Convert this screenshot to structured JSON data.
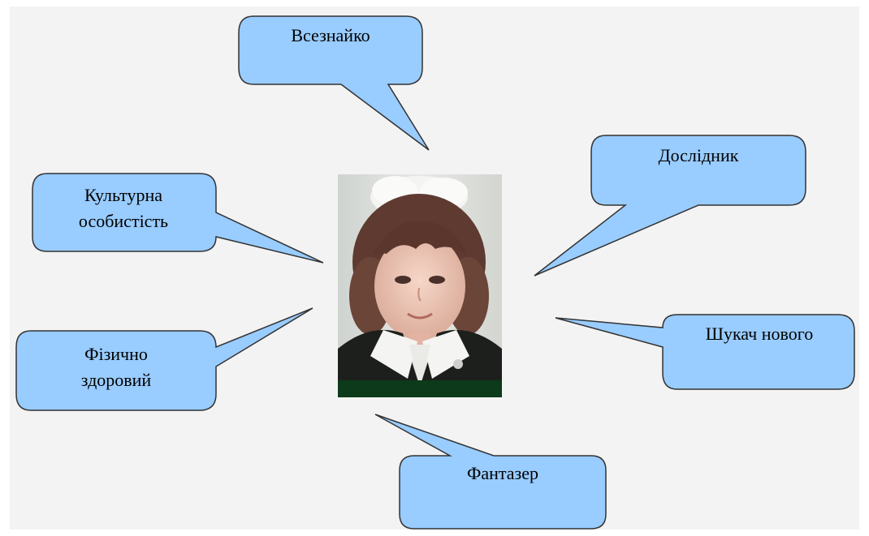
{
  "colors": {
    "background": "#f3f3f3",
    "bubble_fill": "#99ccff",
    "bubble_stroke": "#333333",
    "text": "#000000"
  },
  "center": {
    "image": "portrait-photo"
  },
  "bubbles": [
    {
      "id": "vseznaiko",
      "label": "Всезнайко"
    },
    {
      "id": "doslidnyk",
      "label": "Дослідник"
    },
    {
      "id": "kulturna",
      "label": "Культурна\nособистість"
    },
    {
      "id": "fizychno",
      "label": "Фізично\nздоровий"
    },
    {
      "id": "shukach",
      "label": "Шукач нового"
    },
    {
      "id": "fantazer",
      "label": "Фантазер"
    }
  ]
}
